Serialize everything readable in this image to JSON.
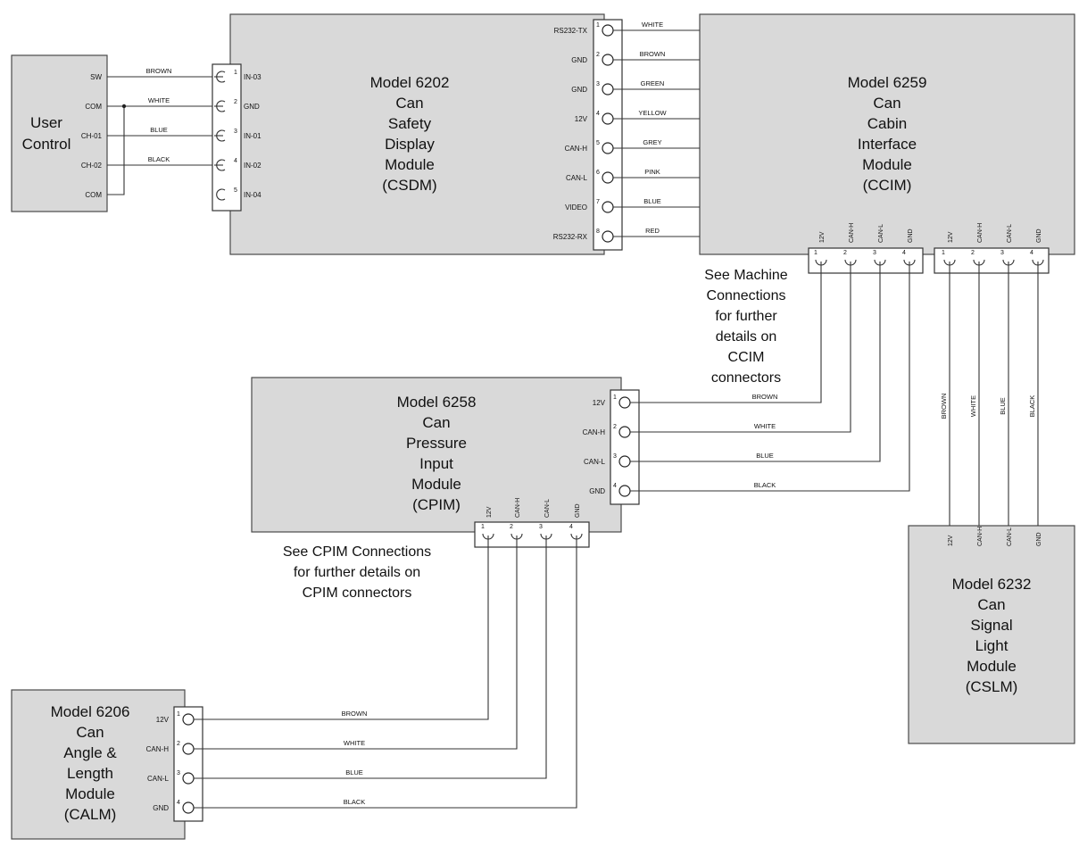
{
  "user_control": {
    "title": [
      "User",
      "Control"
    ],
    "pins": [
      "SW",
      "COM",
      "CH-01",
      "CH-02",
      "COM"
    ]
  },
  "csdm": {
    "title": [
      "Model 6202",
      "Can",
      "Safety",
      "Display",
      "Module",
      "(CSDM)"
    ],
    "left_pins": [
      "IN-03",
      "GND",
      "IN-01",
      "IN-02",
      "IN-04"
    ],
    "left_nums": [
      "1",
      "2",
      "3",
      "4",
      "5"
    ],
    "right_pins": [
      "RS232-TX",
      "GND",
      "GND",
      "12V",
      "CAN-H",
      "CAN-L",
      "VIDEO",
      "RS232-RX"
    ],
    "right_nums": [
      "1",
      "2",
      "3",
      "4",
      "5",
      "6",
      "7",
      "8"
    ]
  },
  "wires_uc_csdm": [
    "BROWN",
    "WHITE",
    "BLUE",
    "BLACK"
  ],
  "wires_csdm_ccim": [
    "WHITE",
    "BROWN",
    "GREEN",
    "YELLOW",
    "GREY",
    "PINK",
    "BLUE",
    "RED"
  ],
  "ccim": {
    "title": [
      "Model 6259",
      "Can",
      "Cabin",
      "Interface",
      "Module",
      "(CCIM)"
    ],
    "conn_a_pins": [
      "12V",
      "CAN-H",
      "CAN-L",
      "GND"
    ],
    "conn_b_pins": [
      "12V",
      "CAN-H",
      "CAN-L",
      "GND"
    ],
    "nums": [
      "1",
      "2",
      "3",
      "4"
    ]
  },
  "note_ccim": [
    "See Machine",
    "Connections",
    "for further",
    "details on",
    "CCIM",
    "connectors"
  ],
  "cpim": {
    "title": [
      "Model 6258",
      "Can",
      "Pressure",
      "Input",
      "Module",
      "(CPIM)"
    ],
    "right_pins": [
      "12V",
      "CAN-H",
      "CAN-L",
      "GND"
    ],
    "bottom_pins": [
      "12V",
      "CAN-H",
      "CAN-L",
      "GND"
    ],
    "nums": [
      "1",
      "2",
      "3",
      "4"
    ]
  },
  "wires_cpim_ccim": [
    "BROWN",
    "WHITE",
    "BLUE",
    "BLACK"
  ],
  "note_cpim": [
    "See CPIM Connections",
    "for further details on",
    "CPIM connectors"
  ],
  "cslm": {
    "title": [
      "Model 6232",
      "Can",
      "Signal",
      "Light",
      "Module",
      "(CSLM)"
    ],
    "top_pins": [
      "12V",
      "CAN-H",
      "CAN-L",
      "GND"
    ]
  },
  "wires_ccim_cslm": [
    "BROWN",
    "WHITE",
    "BLUE",
    "BLACK"
  ],
  "calm": {
    "title": [
      "Model 6206",
      "Can",
      "Angle &",
      "Length",
      "Module",
      "(CALM)"
    ],
    "right_pins": [
      "12V",
      "CAN-H",
      "CAN-L",
      "GND"
    ],
    "nums": [
      "1",
      "2",
      "3",
      "4"
    ]
  },
  "wires_calm_cpim": [
    "BROWN",
    "WHITE",
    "BLUE",
    "BLACK"
  ]
}
